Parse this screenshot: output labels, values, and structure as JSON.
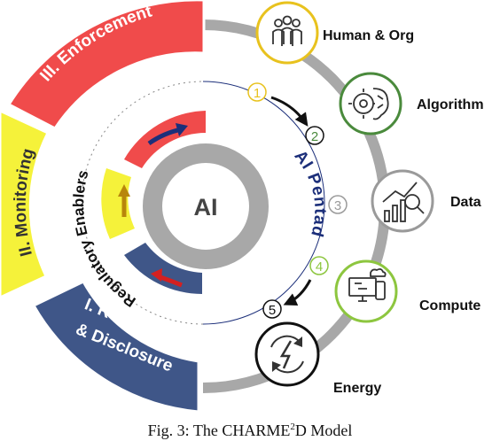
{
  "center": {
    "label": "AI"
  },
  "bands": {
    "enforcement": "III. Enforcement",
    "monitoring": "II. Monitoring",
    "registration_line1": "I. Registration",
    "registration_line2": "& Disclosure"
  },
  "enablers_label": "Regulatory Enablers",
  "pentad_label": "AI Pentad",
  "pillars": [
    {
      "label": "Human & Org",
      "number": "1",
      "icon": "people-icon",
      "color": "#e8c21e"
    },
    {
      "label": "Algorithm",
      "number": "2",
      "icon": "brain-gear-icon",
      "color": "#4a8a3c"
    },
    {
      "label": "Data",
      "number": "3",
      "icon": "data-chart-icon",
      "color": "#9a9a9a"
    },
    {
      "label": "Compute",
      "number": "4",
      "icon": "computer-devices-icon",
      "color": "#8dc63f"
    },
    {
      "label": "Energy",
      "number": "5",
      "icon": "energy-cycle-icon",
      "color": "#111111"
    }
  ],
  "colors": {
    "enforcement": "#f04b4b",
    "monitoring": "#f5f23a",
    "registration": "#3f5688",
    "ring": "#a8a8a8",
    "pentad_text": "#1c2f7a"
  },
  "caption": {
    "prefix": "Fig. 3: The CHARME",
    "sup": "2",
    "suffix": "D Model"
  }
}
